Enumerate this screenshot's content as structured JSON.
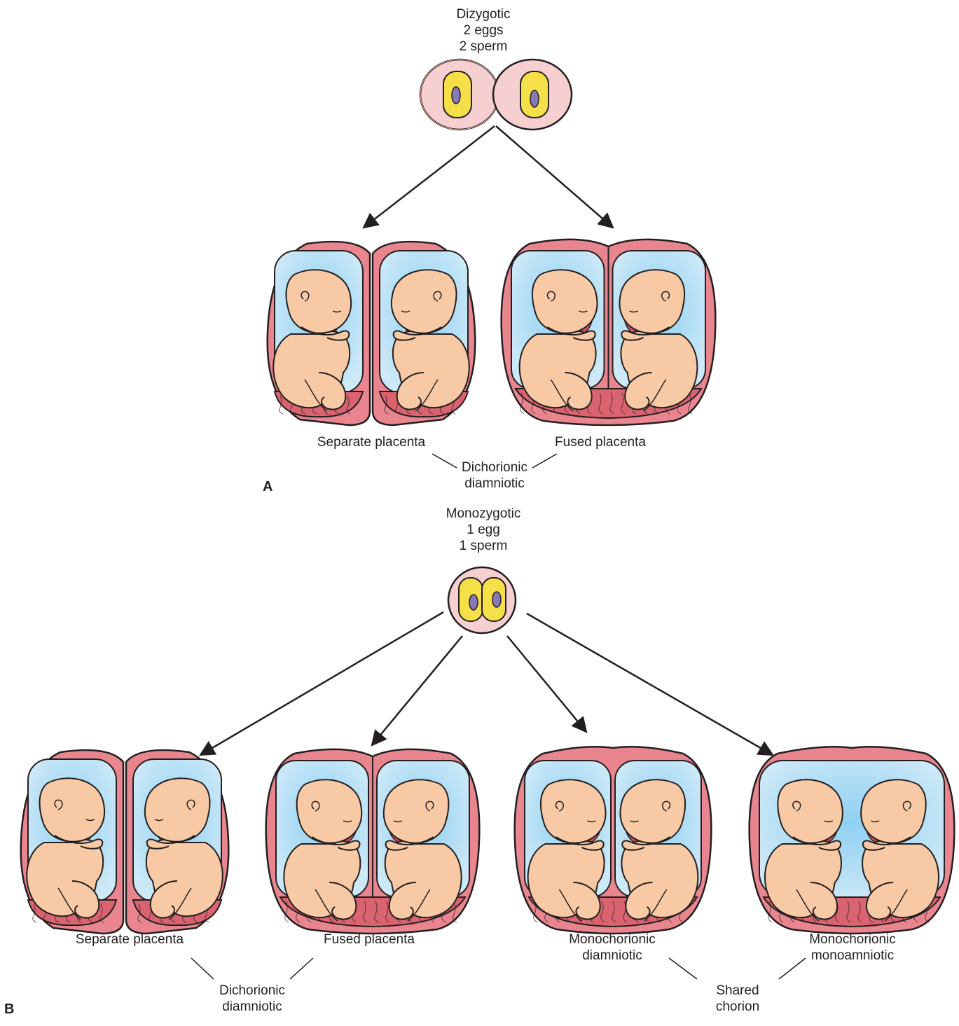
{
  "panel_a": {
    "letter": "A",
    "zygosity": [
      "Dizygotic",
      "2 eggs",
      "2 sperm"
    ],
    "left_label": "Separate placenta",
    "right_label": "Fused placenta",
    "shared_label": [
      "Dichorionic",
      "diamniotic"
    ]
  },
  "panel_b": {
    "letter": "B",
    "zygosity": [
      "Monozygotic",
      "1 egg",
      "1 sperm"
    ],
    "labels": {
      "separate": "Separate placenta",
      "fused": "Fused placenta",
      "mono_di": [
        "Monochorionic",
        "diamniotic"
      ],
      "mono_mono": [
        "Monochorionic",
        "monoamniotic"
      ]
    },
    "group_left": [
      "Dichorionic",
      "diamniotic"
    ],
    "group_right": [
      "Shared",
      "chorion"
    ]
  },
  "colors": {
    "outline": "#231f20",
    "chorion": "#e8858f",
    "amnion_fluid": "#bfe3f5",
    "fluid_center": "#8fd0f2",
    "fetus": "#f7c9a4",
    "placenta": "#d9636f",
    "cord": "#c8505c",
    "egg_shell": "#f6cfd1",
    "yolk": "#f5e04a",
    "nucleus": "#8a79b8"
  }
}
